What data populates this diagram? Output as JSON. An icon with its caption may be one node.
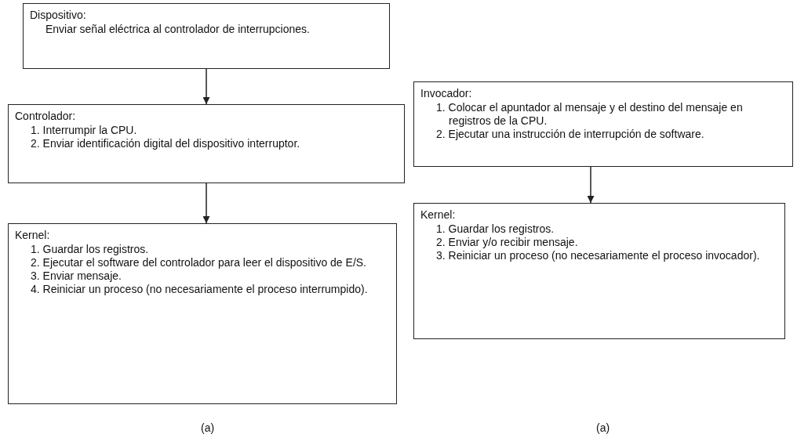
{
  "diagram": {
    "nodes": [
      {
        "text": [
          "Dispositivo:",
          "Enviar señal eléctrica al controlador de interrupciones."
        ]
      },
      {
        "text": [
          "Controlador:",
          "1. Interrumpir la CPU.",
          "2. Enviar identificación digital del dispositivo interruptor."
        ]
      },
      {
        "text": [
          "Kernel:",
          "1. Guardar los registros.",
          "2. Ejecutar el software del controlador para leer el dispositivo de E/S.",
          "3. Enviar mensaje.",
          "4. Reiniciar un proceso (no necesariamente el proceso interrumpido)."
        ]
      },
      {
        "text": [
          "Invocador:",
          "1. Colocar el apuntador al mensaje y el destino del mensaje en registros de la CPU.",
          "2. Ejecutar una instrucción de interrupción de software."
        ]
      },
      {
        "text": [
          "Kernel:",
          "1. Guardar los registros.",
          "2. Enviar y/o recibir mensaje.",
          "3. Reiniciar un proceso (no necesariamente el proceso invocador)."
        ]
      }
    ],
    "edges": [
      {
        "from": 0,
        "to": 1,
        "arrow": "to"
      },
      {
        "from": 1,
        "to": 2,
        "arrow": "to"
      },
      {
        "from": 3,
        "to": 4,
        "arrow": "to"
      }
    ],
    "labels": [
      "(a)",
      "(a)"
    ]
  }
}
